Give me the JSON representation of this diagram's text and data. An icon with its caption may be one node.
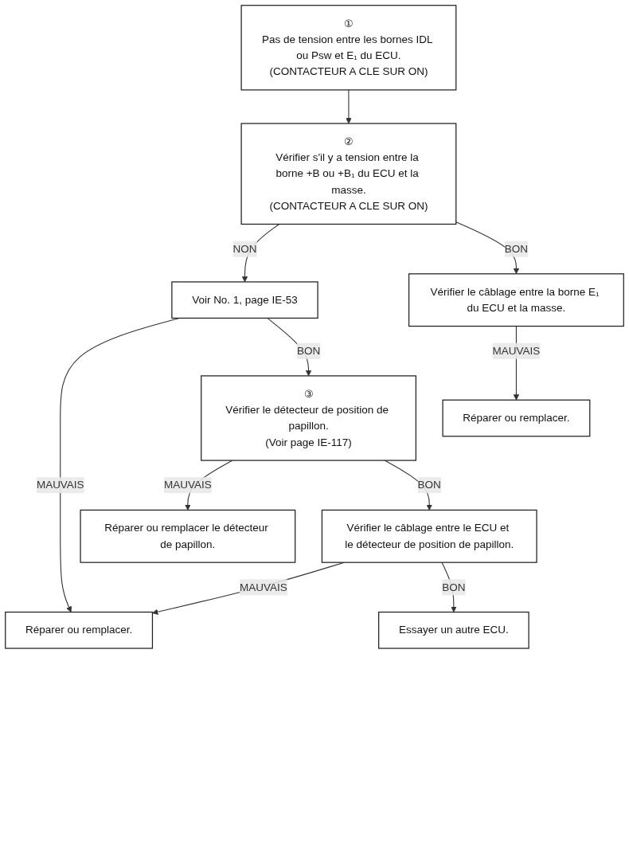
{
  "diagram": {
    "nodes": [
      {
        "text": [
          "①",
          "Pas de tension entre les bornes IDL ou Psw et E₁ du ECU.",
          "(CONTACTEUR A CLE SUR ON)"
        ]
      },
      {
        "text": [
          "②",
          "Vérifier s'il y a tension entre la borne +B ou +B₁ du ECU et la masse.",
          "(CONTACTEUR A CLE SUR ON)"
        ]
      },
      {
        "text": [
          "Vérifier le câblage entre la borne E₁ du ECU et la masse."
        ]
      },
      {
        "text": [
          "Réparer ou remplacer."
        ]
      },
      {
        "text": [
          "Voir No. 1, page IE-53"
        ]
      },
      {
        "text": [
          "Réparer ou remplacer."
        ]
      },
      {
        "text": [
          "③",
          "Vérifier le détecteur de position de papillon.",
          "(Voir page IE-117)"
        ]
      },
      {
        "text": [
          "Réparer ou remplacer le détecteur de papillon."
        ]
      },
      {
        "text": [
          "Vérifier le câblage entre le ECU et le détecteur de position de papillon."
        ]
      },
      {
        "text": [
          "Essayer un autre ECU."
        ]
      }
    ],
    "edges": [
      {
        "from": 0,
        "to": 1,
        "arrow": "to"
      },
      {
        "from": 1,
        "to": 4,
        "label": "NON",
        "arrow": "to"
      },
      {
        "from": 1,
        "to": 2,
        "label": "BON",
        "arrow": "to"
      },
      {
        "from": 2,
        "to": 3,
        "label": "MAUVAIS",
        "arrow": "to"
      },
      {
        "from": 4,
        "to": 5,
        "label": "MAUVAIS",
        "arrow": "to"
      },
      {
        "from": 4,
        "to": 6,
        "label": "BON",
        "arrow": "to"
      },
      {
        "from": 6,
        "to": 7,
        "label": "MAUVAIS",
        "arrow": "to"
      },
      {
        "from": 6,
        "to": 8,
        "label": "BON",
        "arrow": "to"
      },
      {
        "from": 8,
        "to": 5,
        "label": "MAUVAIS",
        "arrow": "to"
      },
      {
        "from": 8,
        "to": 9,
        "label": "BON",
        "arrow": "to"
      }
    ]
  }
}
